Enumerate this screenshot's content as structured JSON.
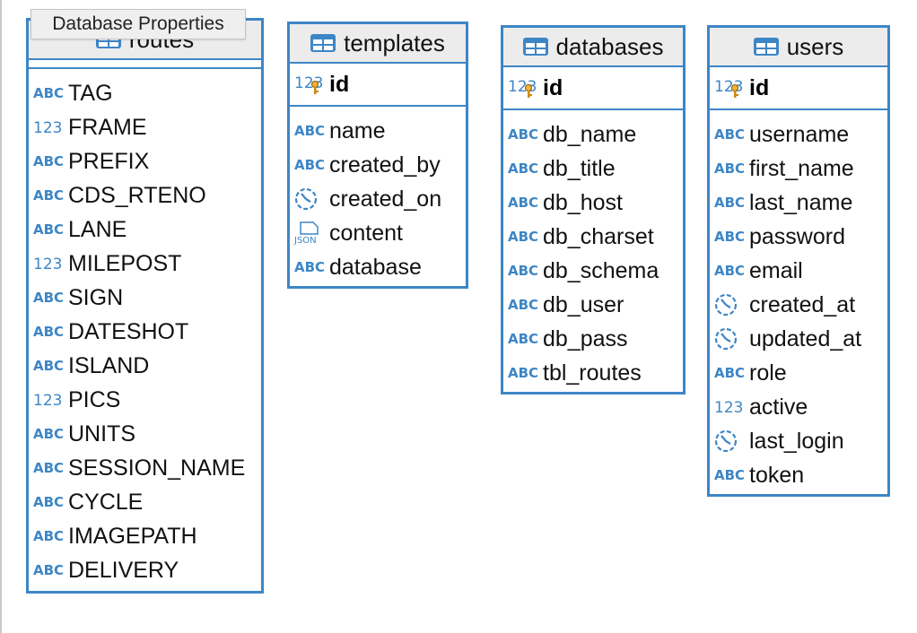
{
  "tooltip": "Database Properties",
  "colors": {
    "border": "#3d86c6",
    "header_bg": "#ececec",
    "icon": "#3d86c6"
  },
  "entities": {
    "routes": {
      "title": "routes",
      "columns": [
        {
          "name": "TAG",
          "type": "abc"
        },
        {
          "name": "FRAME",
          "type": "num"
        },
        {
          "name": "PREFIX",
          "type": "abc"
        },
        {
          "name": "CDS_RTENO",
          "type": "abc"
        },
        {
          "name": "LANE",
          "type": "abc"
        },
        {
          "name": "MILEPOST",
          "type": "num"
        },
        {
          "name": "SIGN",
          "type": "abc"
        },
        {
          "name": "DATESHOT",
          "type": "abc"
        },
        {
          "name": "ISLAND",
          "type": "abc"
        },
        {
          "name": "PICS",
          "type": "num"
        },
        {
          "name": "UNITS",
          "type": "abc"
        },
        {
          "name": "SESSION_NAME",
          "type": "abc"
        },
        {
          "name": "CYCLE",
          "type": "abc"
        },
        {
          "name": "IMAGEPATH",
          "type": "abc"
        },
        {
          "name": "DELIVERY",
          "type": "abc"
        }
      ]
    },
    "templates": {
      "title": "templates",
      "pk": "id",
      "columns": [
        {
          "name": "name",
          "type": "abc"
        },
        {
          "name": "created_by",
          "type": "abc"
        },
        {
          "name": "created_on",
          "type": "datetime"
        },
        {
          "name": "content",
          "type": "json"
        },
        {
          "name": "database",
          "type": "abc"
        }
      ]
    },
    "databases": {
      "title": "databases",
      "pk": "id",
      "columns": [
        {
          "name": "db_name",
          "type": "abc"
        },
        {
          "name": "db_title",
          "type": "abc"
        },
        {
          "name": "db_host",
          "type": "abc"
        },
        {
          "name": "db_charset",
          "type": "abc"
        },
        {
          "name": "db_schema",
          "type": "abc"
        },
        {
          "name": "db_user",
          "type": "abc"
        },
        {
          "name": "db_pass",
          "type": "abc"
        },
        {
          "name": "tbl_routes",
          "type": "abc"
        }
      ]
    },
    "users": {
      "title": "users",
      "pk": "id",
      "columns": [
        {
          "name": "username",
          "type": "abc"
        },
        {
          "name": "first_name",
          "type": "abc"
        },
        {
          "name": "last_name",
          "type": "abc"
        },
        {
          "name": "password",
          "type": "abc"
        },
        {
          "name": "email",
          "type": "abc"
        },
        {
          "name": "created_at",
          "type": "datetime"
        },
        {
          "name": "updated_at",
          "type": "datetime"
        },
        {
          "name": "role",
          "type": "abc"
        },
        {
          "name": "active",
          "type": "num"
        },
        {
          "name": "last_login",
          "type": "datetime"
        },
        {
          "name": "token",
          "type": "abc"
        }
      ]
    }
  },
  "type_icon_labels": {
    "abc": "ABC",
    "num": "123",
    "json": "JSON"
  }
}
